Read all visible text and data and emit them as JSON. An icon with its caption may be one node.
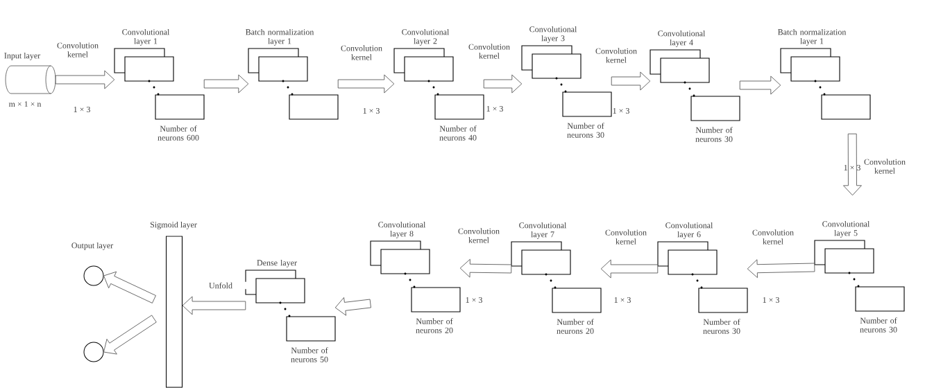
{
  "diagram": {
    "nodes": [
      {
        "text": [
          "Input layer"
        ],
        "beside": [
          "m × 1 × n"
        ]
      },
      {
        "text": [
          "Convolutional layer 1"
        ],
        "beside": [
          "Number of neurons 600"
        ]
      },
      {
        "text": [
          "Batch normalization layer 1"
        ]
      },
      {
        "text": [
          "Convolutional layer 2"
        ],
        "beside": [
          "Number of neurons 40"
        ]
      },
      {
        "text": [
          "Convolutional layer 3"
        ],
        "beside": [
          "Number of neurons 30"
        ]
      },
      {
        "text": [
          "Convolutional layer 4"
        ],
        "beside": [
          "Number of neurons 30"
        ]
      },
      {
        "text": [
          "Batch normalization layer 1"
        ]
      },
      {
        "text": [
          "Convolutional layer 5"
        ],
        "beside": [
          "Number of neurons 30"
        ]
      },
      {
        "text": [
          "Convolutional layer 6"
        ],
        "beside": [
          "Number of neurons 30"
        ]
      },
      {
        "text": [
          "Convolutional layer 7"
        ],
        "beside": [
          "Number of neurons 20"
        ]
      },
      {
        "text": [
          "Convolutional layer 8"
        ],
        "beside": [
          "Number of neurons 20"
        ]
      },
      {
        "text": [
          "Dense layer"
        ],
        "beside": [
          "Number of neurons 50"
        ]
      },
      {
        "text": [
          "Sigmoid layer"
        ]
      },
      {
        "text": [
          "Output layer"
        ]
      },
      {
        "text": [],
        "shape": "circle"
      }
    ],
    "edges": [
      {
        "from": 0,
        "to": 1,
        "arrow": "to",
        "label": "Convolution kernel"
      },
      {
        "from": 1,
        "to": 2,
        "arrow": "to"
      },
      {
        "from": 2,
        "to": 3,
        "arrow": "to",
        "label": "Convolution kernel"
      },
      {
        "from": 3,
        "to": 4,
        "arrow": "to",
        "label": "Convolution kernel"
      },
      {
        "from": 4,
        "to": 5,
        "arrow": "to",
        "label": "Convolution kernel"
      },
      {
        "from": 5,
        "to": 6,
        "arrow": "to"
      },
      {
        "from": 6,
        "to": 7,
        "arrow": "to",
        "label": "Convolution kernel"
      },
      {
        "from": 7,
        "to": 8,
        "arrow": "to",
        "label": "Convolution kernel"
      },
      {
        "from": 8,
        "to": 9,
        "arrow": "to",
        "label": "Convolution kernel"
      },
      {
        "from": 9,
        "to": 10,
        "arrow": "to",
        "label": "Convolution kernel"
      },
      {
        "from": 10,
        "to": 11,
        "arrow": "to"
      },
      {
        "from": 11,
        "to": 12,
        "arrow": "to",
        "label": "Unfold"
      },
      {
        "from": 12,
        "to": 13,
        "arrow": "to"
      },
      {
        "from": 12,
        "to": 14,
        "arrow": "to"
      }
    ],
    "labels": [
      "1 × 3",
      "1 × 3",
      "1 × 3",
      "1 × 3",
      "1 × 3",
      "1 × 3",
      "1 × 3",
      "1 × 3"
    ]
  }
}
